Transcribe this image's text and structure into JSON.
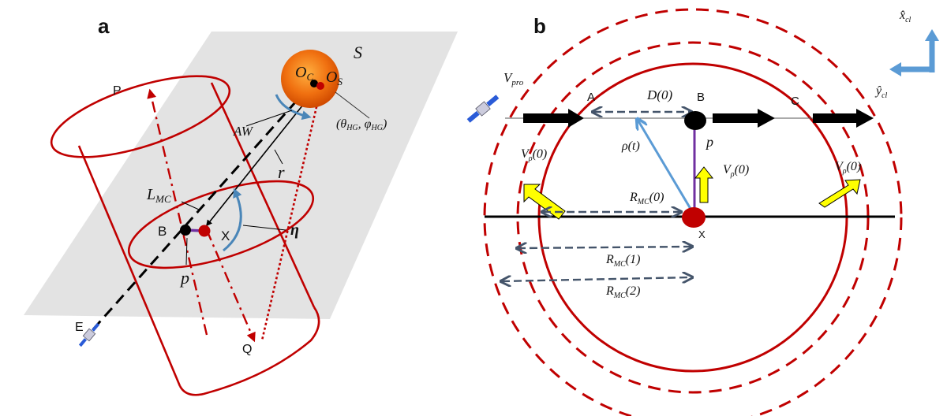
{
  "panel_a": {
    "panel_label": "a",
    "plane_label": "S",
    "sun_center_label": "O",
    "sun_center_sub": "C",
    "sun_source_label": "O",
    "sun_source_sub": "S",
    "heliographic_coords": "(θ",
    "heliographic_coords_full": "(θHG, φHG)",
    "theta_sub": "HG",
    "phi_label": ", φ",
    "phi_sub": "HG",
    "phi_close": ")",
    "angular_width_label": "AW",
    "distance_label": "r",
    "axis_length_label": "L",
    "axis_length_sub": "MC",
    "point_p_label": "P",
    "point_q_label": "Q",
    "point_b_label": "B",
    "point_x_label": "X",
    "point_e_label": "E",
    "impact_param_label": "p",
    "eta_label": "η"
  },
  "panel_b": {
    "panel_label": "b",
    "velocity_pro_label": "V",
    "velocity_pro_sub": "pro",
    "point_a_label": "A",
    "point_b_label": "B",
    "point_c_label": "C",
    "point_x_label": "X",
    "distance_label": "D(0)",
    "rho_label": "ρ(t)",
    "impact_param_label": "p",
    "v_rho_label": "V",
    "v_rho_sub": "ρ",
    "v_rho_arg": "(0)",
    "radius_label": "R",
    "radius_sub": "MC",
    "radius_0_arg": "(0)",
    "radius_1_arg": "(1)",
    "radius_2_arg": "(2)",
    "axis_x_label": "x̂",
    "axis_x_sub": "cl",
    "axis_y_label": "ŷ",
    "axis_y_sub": "cl"
  },
  "colors": {
    "flux_rope_red": "#c00000",
    "plane_gray": "#e3e3e3",
    "arrow_blue": "#5b9bd5",
    "dashed_slate": "#44546a",
    "velocity_yellow": "#ffff00",
    "impact_purple": "#7030a0",
    "sun_orange": "#f07010"
  }
}
